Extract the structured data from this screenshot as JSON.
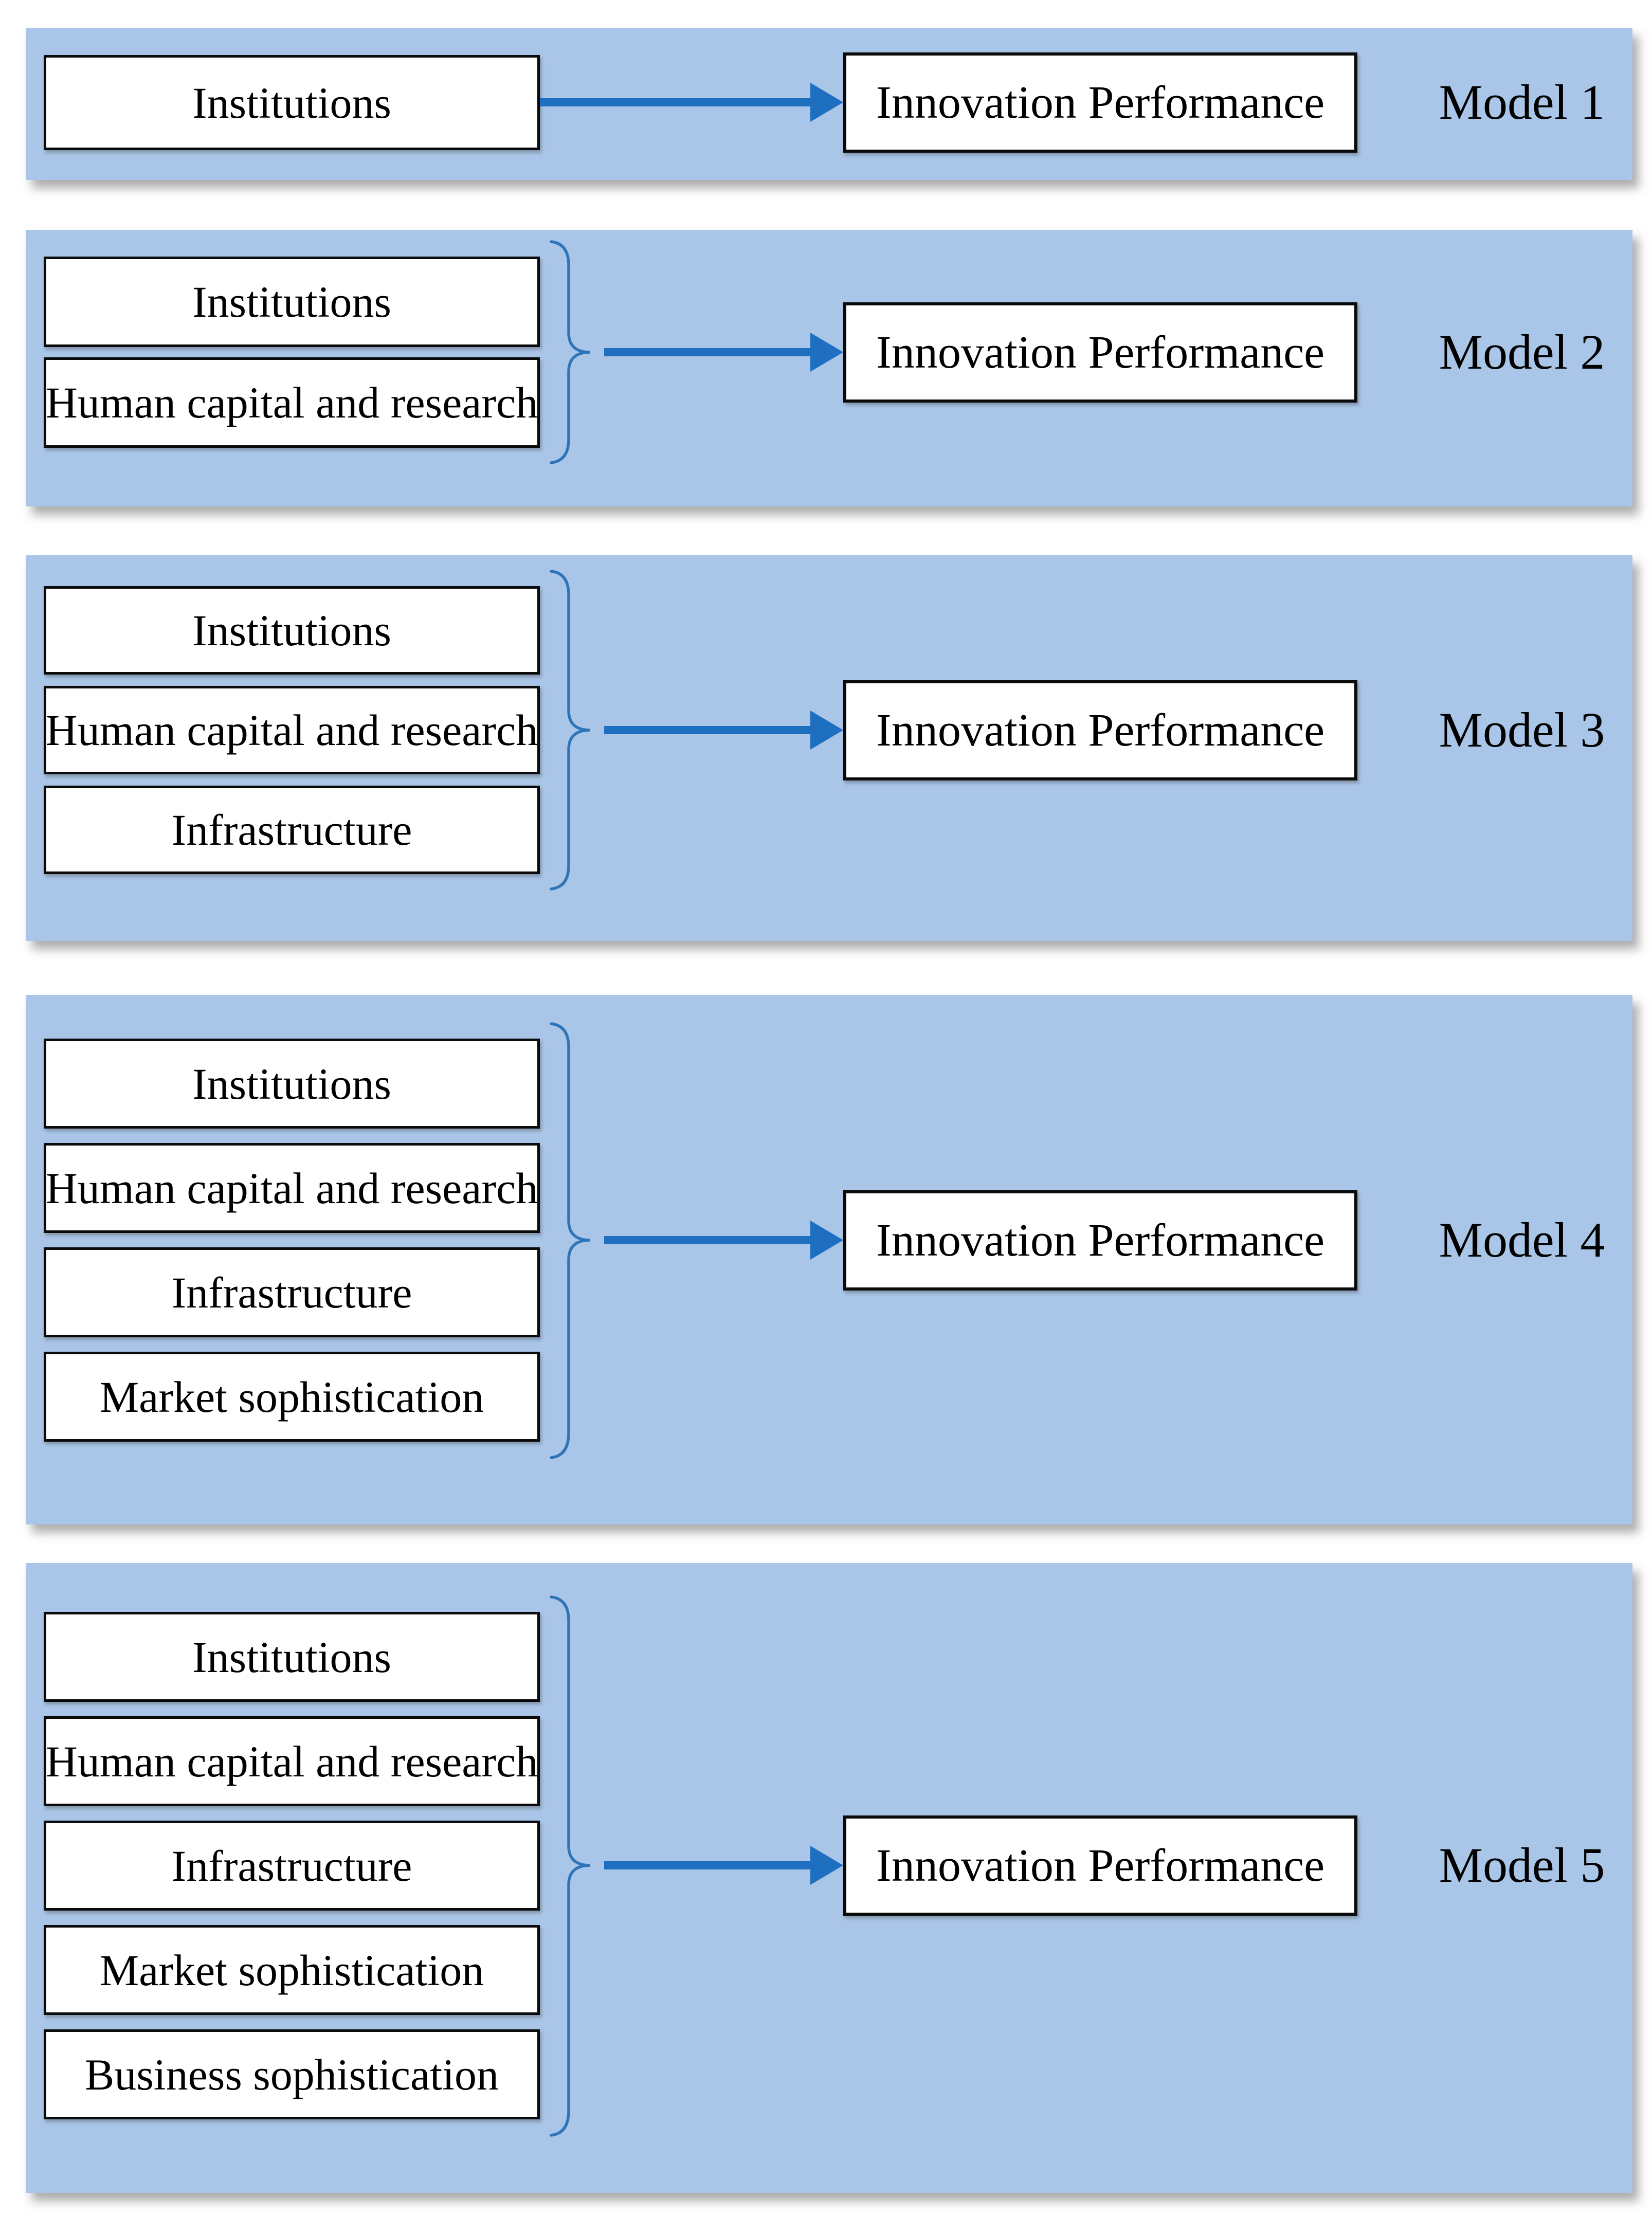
{
  "figure": {
    "colors": {
      "panel_background": "#a9c5e7",
      "arrow_blue": "#1e6fc0",
      "brace_blue": "#2e74b9",
      "box_border": "#0a0a0a",
      "box_background": "#ffffff",
      "text": "#000000"
    },
    "models": [
      {
        "label": "Model 1",
        "predictors": [
          "Institutions"
        ],
        "outcome": "Innovation Performance"
      },
      {
        "label": "Model 2",
        "predictors": [
          "Institutions",
          "Human capital and research"
        ],
        "outcome": "Innovation Performance"
      },
      {
        "label": "Model 3",
        "predictors": [
          "Institutions",
          "Human capital and research",
          "Infrastructure"
        ],
        "outcome": "Innovation Performance"
      },
      {
        "label": "Model 4",
        "predictors": [
          "Institutions",
          "Human capital and research",
          "Infrastructure",
          "Market sophistication"
        ],
        "outcome": "Innovation Performance"
      },
      {
        "label": "Model 5",
        "predictors": [
          "Institutions",
          "Human capital and research",
          "Infrastructure",
          "Market sophistication",
          "Business sophistication"
        ],
        "outcome": "Innovation Performance"
      }
    ]
  }
}
